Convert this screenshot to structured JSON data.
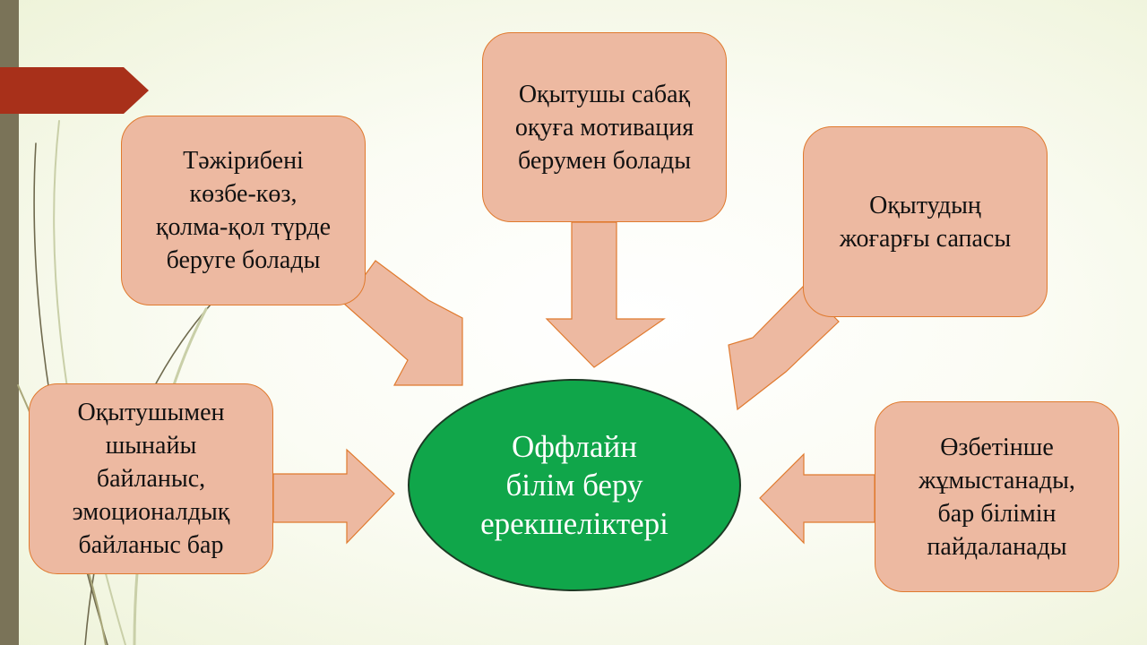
{
  "diagram": {
    "center": "Оффлайн\nбілім беру\nерекшеліктері",
    "boxes": {
      "top_left": "Тәжірибені\nкөзбе-көз,\nқолма-қол түрде\nберуге болады",
      "top_center": "Оқытушы сабақ\nоқуға мотивация\nберумен болады",
      "top_right": "Оқытудың\nжоғарғы сапасы",
      "bottom_left": "Оқытушымен\nшынайы\nбайланыс,\nэмоционалдық\nбайланыс бар",
      "bottom_right": "Өзбетінше\nжұмыстанады,\nбар білімін\nпайдаланады"
    }
  },
  "colors": {
    "box_fill": "#edb9a1",
    "box_border": "#e07a2e",
    "center_fill": "#10a64a",
    "arrow_fill": "#edb9a1",
    "accent_bar": "#a8301a",
    "sidebar": "#7a7358"
  }
}
